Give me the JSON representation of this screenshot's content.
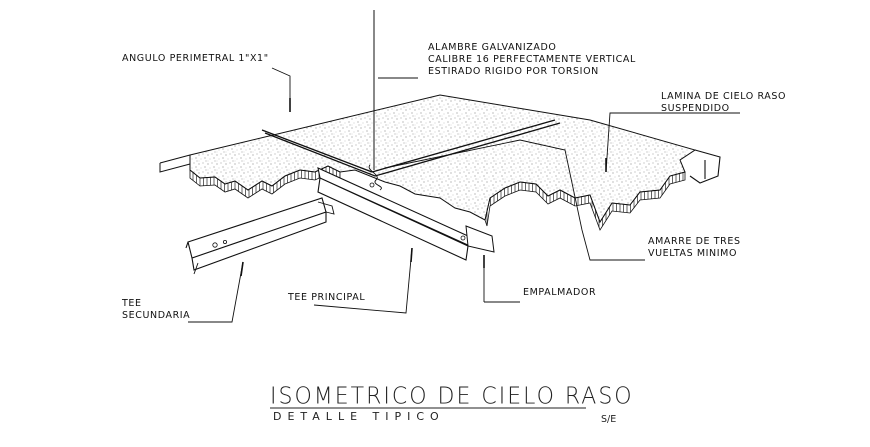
{
  "labels": {
    "angulo": "ANGULO PERIMETRAL 1\"X1\"",
    "alambre_1": "ALAMBRE GALVANIZADO",
    "alambre_2": "CALIBRE 16 PERFECTAMENTE VERTICAL",
    "alambre_3": "ESTIRADO RIGIDO POR TORSION",
    "lamina_1": "LAMINA DE CIELO RASO",
    "lamina_2": "SUSPENDIDO",
    "amarre_1": "AMARRE DE TRES",
    "amarre_2": "VUELTAS MINIMO",
    "empalmador": "EMPALMADOR",
    "tee_principal": "TEE PRINCIPAL",
    "tee_sec_1": "TEE",
    "tee_sec_2": "SECUNDARIA"
  },
  "title": "ISOMETRICO DE CIELO RASO",
  "subtitle": "DETALLE TIPICO",
  "scale": "S/E",
  "colors": {
    "line": "#111111",
    "stipple": "#555555",
    "background": "#ffffff"
  }
}
